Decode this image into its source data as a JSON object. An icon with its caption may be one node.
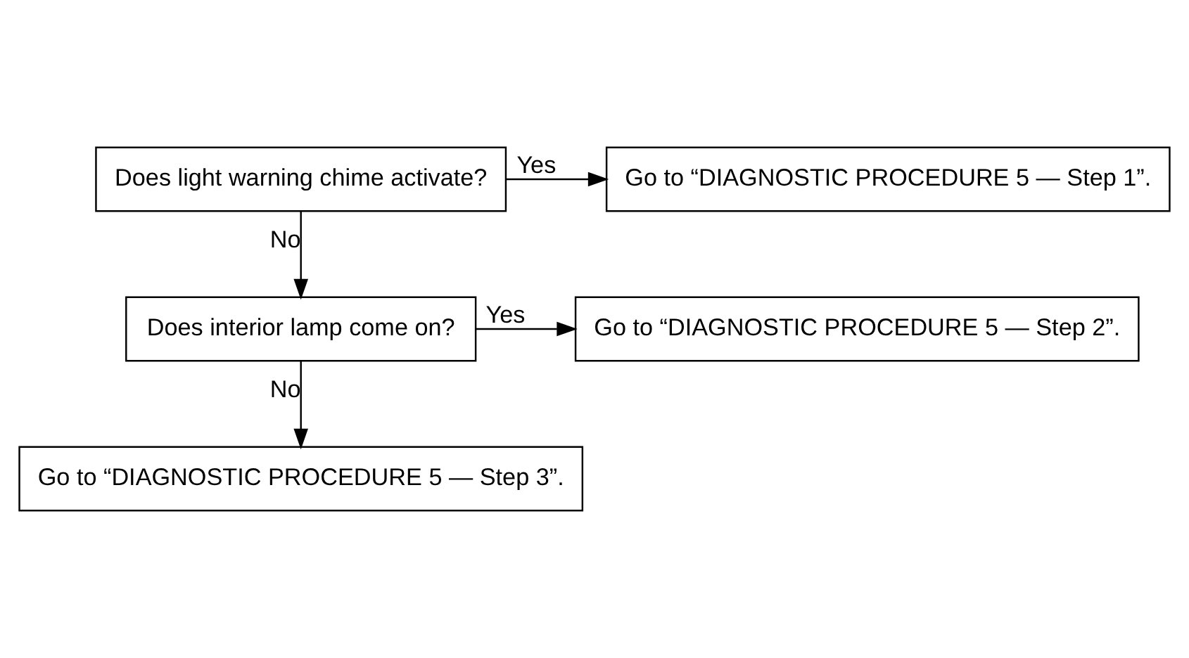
{
  "diagram": {
    "nodes": [
      {
        "text": [
          "Does light warning chime activate?"
        ]
      },
      {
        "text": [
          "Go to “DIAGNOSTIC PROCEDURE 5 — Step 1”."
        ]
      },
      {
        "text": [
          "Does interior lamp come on?"
        ]
      },
      {
        "text": [
          "Go to “DIAGNOSTIC PROCEDURE 5 — Step 2”."
        ]
      },
      {
        "text": [
          "Go to “DIAGNOSTIC PROCEDURE 5 — Step 3”."
        ]
      }
    ],
    "edges": [
      {
        "from": 0,
        "to": 1,
        "arrow": "to",
        "label": "Yes"
      },
      {
        "from": 0,
        "to": 2,
        "arrow": "to",
        "label": "No"
      },
      {
        "from": 2,
        "to": 3,
        "arrow": "to",
        "label": "Yes"
      },
      {
        "from": 2,
        "to": 4,
        "arrow": "to",
        "label": "No"
      }
    ]
  }
}
